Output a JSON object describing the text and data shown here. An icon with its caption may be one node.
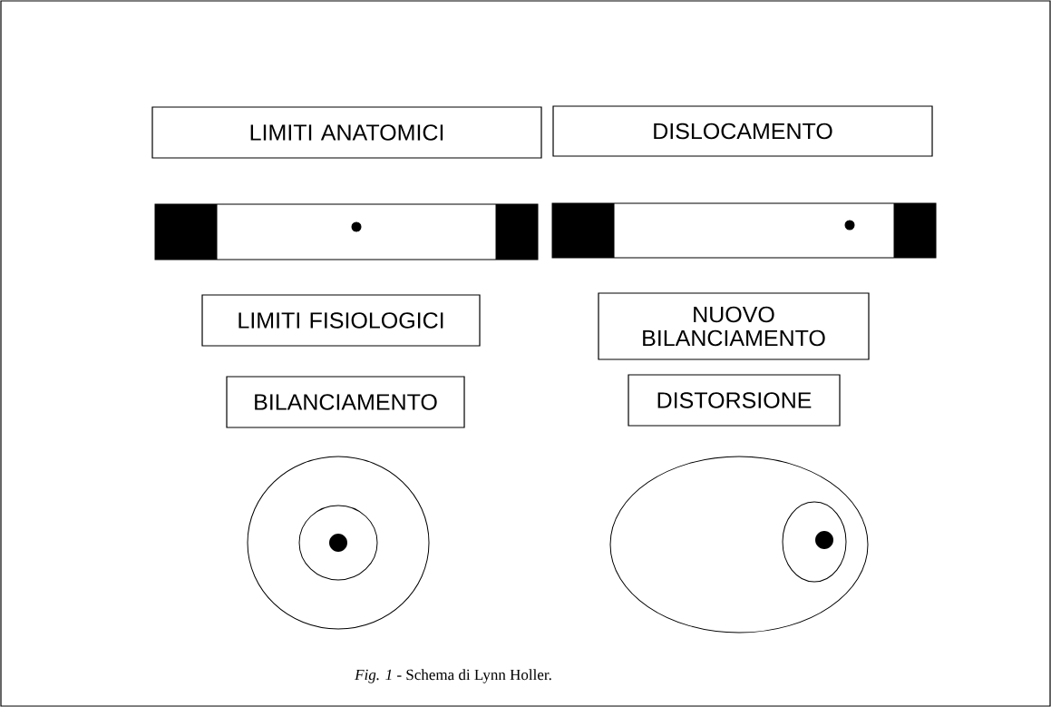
{
  "diagram": {
    "caption": "*Fig. 1* - Schema di Lynn Holler.",
    "nodes": [
      {
        "text": [
          "LIMITI ANATOMICI"
        ]
      },
      {
        "text": [
          "DISLOCAMENTO"
        ]
      },
      {
        "text": [
          "LIMITI FISIOLOGICI"
        ]
      },
      {
        "text": [
          "NUOVO BILANCIAMENTO"
        ]
      },
      {
        "text": [
          "BILANCIAMENTO"
        ]
      },
      {
        "text": [
          "DISTORSIONE"
        ]
      }
    ]
  }
}
